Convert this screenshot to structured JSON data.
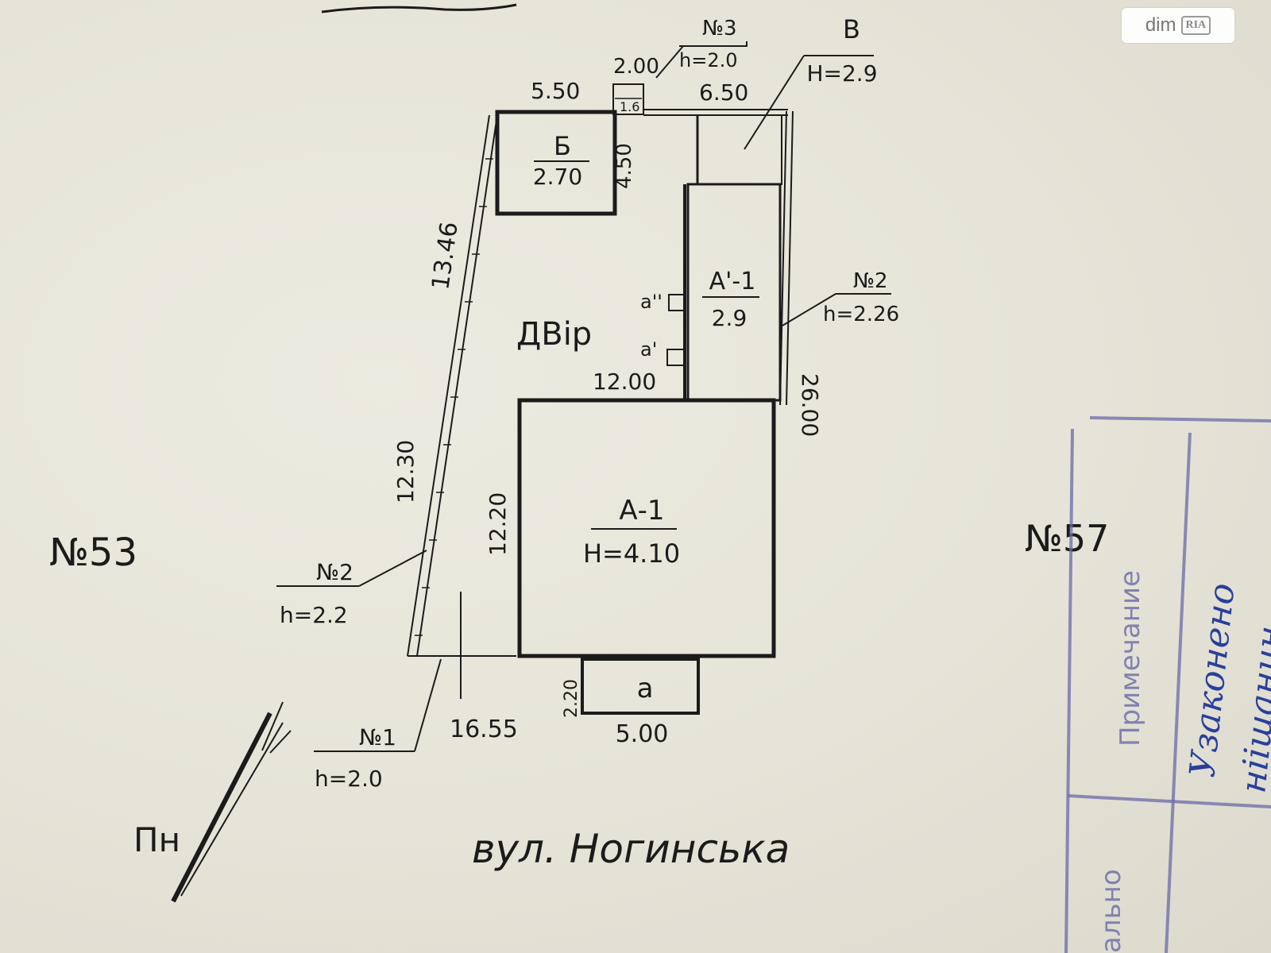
{
  "watermark": {
    "brand": "dim",
    "badge": "RIA"
  },
  "plan": {
    "neighbors": {
      "left": "№53",
      "right": "№57"
    },
    "yard_label": "ДВір",
    "street": "вул. Ногинська",
    "north_label": "Пн",
    "buildings": {
      "B_small": {
        "name": "Б",
        "height": "2.70"
      },
      "B_corner": {
        "name": "В",
        "height": "Н=2.9"
      },
      "A1_prime": {
        "name": "А'-1",
        "height": "2.9"
      },
      "A1": {
        "name": "А-1",
        "height": "Н=4.10"
      },
      "porch": {
        "name": "а"
      }
    },
    "annex_labels": {
      "a_double": "а''",
      "a_single": "а'"
    },
    "fences": {
      "n1": {
        "name": "№1",
        "height": "h=2.0"
      },
      "n2_left": {
        "name": "№2",
        "height": "h=2.2"
      },
      "n2_right": {
        "name": "№2",
        "height": "h=2.26"
      },
      "n3": {
        "name": "№3",
        "height": "h=2.0"
      }
    },
    "dimensions": {
      "top_left": "5.50",
      "top_mid": "2.00",
      "top_small": "1.6",
      "top_right": "6.50",
      "b_side": "4.50",
      "left_diag_upper": "13.46",
      "left_lower": "12.30",
      "a1_left": "12.20",
      "a1_top": "12.00",
      "right_side": "26.00",
      "porch_side": "2.20",
      "porch_width": "5.00",
      "front": "16.55"
    }
  },
  "stamp": {
    "header": "Примечание",
    "partial_text": "ально",
    "handwriting": "Узаконено",
    "handwriting2": "ніішанин"
  }
}
